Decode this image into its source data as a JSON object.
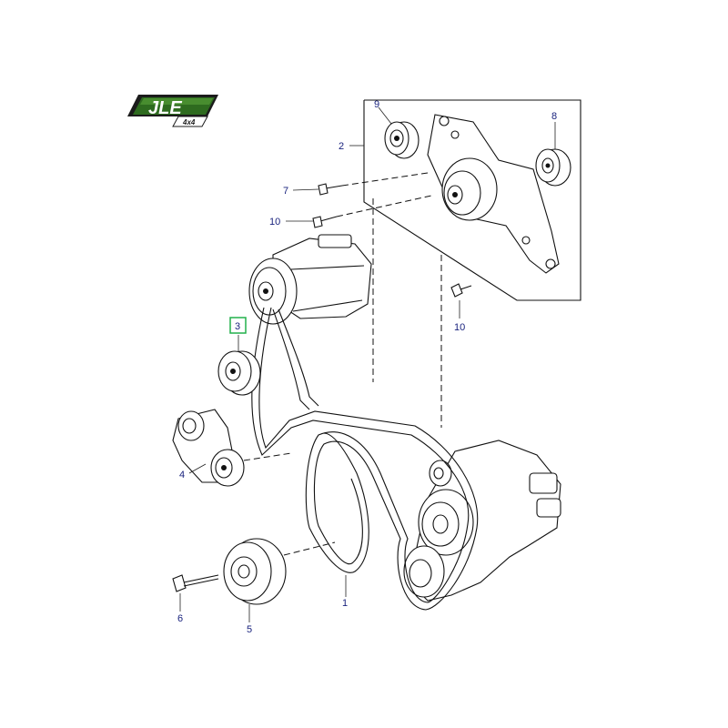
{
  "logo": {
    "text": "JLE",
    "subtext": "4x4"
  },
  "callouts": {
    "c1": "1",
    "c2": "2",
    "c3": "3",
    "c4": "4",
    "c5": "5",
    "c6": "6",
    "c7": "7",
    "c8": "8",
    "c9": "9",
    "c10a": "10",
    "c10b": "10"
  },
  "highlighted_callout": "3",
  "colors": {
    "callout_text": "#1a237e",
    "highlight_box": "#22b14c",
    "logo_green": "#2e6b1f",
    "line": "#111111"
  }
}
